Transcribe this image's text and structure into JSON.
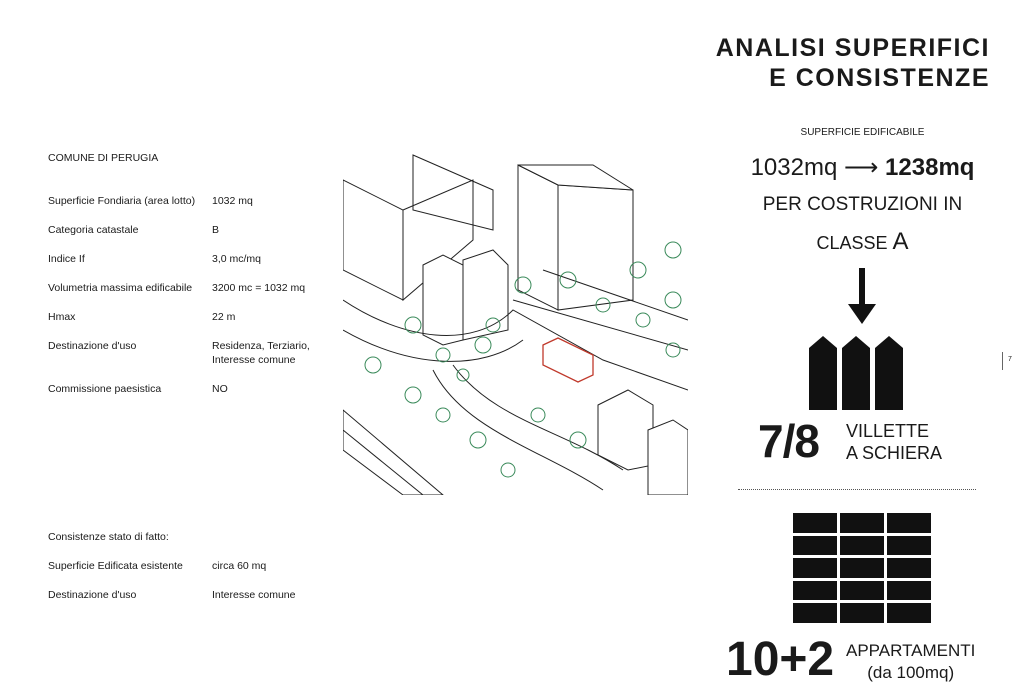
{
  "title": {
    "line1": "ANALISI SUPERIFICI",
    "line2": "E CONSISTENZE"
  },
  "left": {
    "heading": "COMUNE DI PERUGIA",
    "rows": [
      {
        "label": "Superficie Fondiaria (area lotto)",
        "value": "1032 mq"
      },
      {
        "label": "Categoria catastale",
        "value": "B"
      },
      {
        "label": "Indice If",
        "value": "3,0 mc/mq"
      },
      {
        "label": "Volumetria massima edificabile",
        "value": "3200 mc = 1032 mq"
      },
      {
        "label": "Hmax",
        "value": "22 m"
      },
      {
        "label": "Destinazione d'uso",
        "value": "Residenza, Terziario,",
        "value2": "Interesse comune"
      },
      {
        "label": "Commissione paesistica",
        "value": "NO"
      }
    ],
    "existing_heading": "Consistenze stato di fatto:",
    "existing": [
      {
        "label": "Superficie Edificata esistente",
        "value": "circa 60 mq"
      },
      {
        "label": "Destinazione d'uso",
        "value": "Interesse comune"
      }
    ]
  },
  "right": {
    "sub": "SUPERFICIE EDIFICABILE",
    "from": "1032mq",
    "to": "1238mq",
    "line1": "PER COSTRUZIONI IN",
    "line2a": "CLASSE ",
    "line2b": "A",
    "villette_num": "7/8",
    "villette_l1": "VILLETTE",
    "villette_l2": "A SCHIERA",
    "apt_num": "10+2",
    "apt_l1": "APPARTAMENTI",
    "apt_l2": "(da 100mq)"
  },
  "page_number": "7"
}
